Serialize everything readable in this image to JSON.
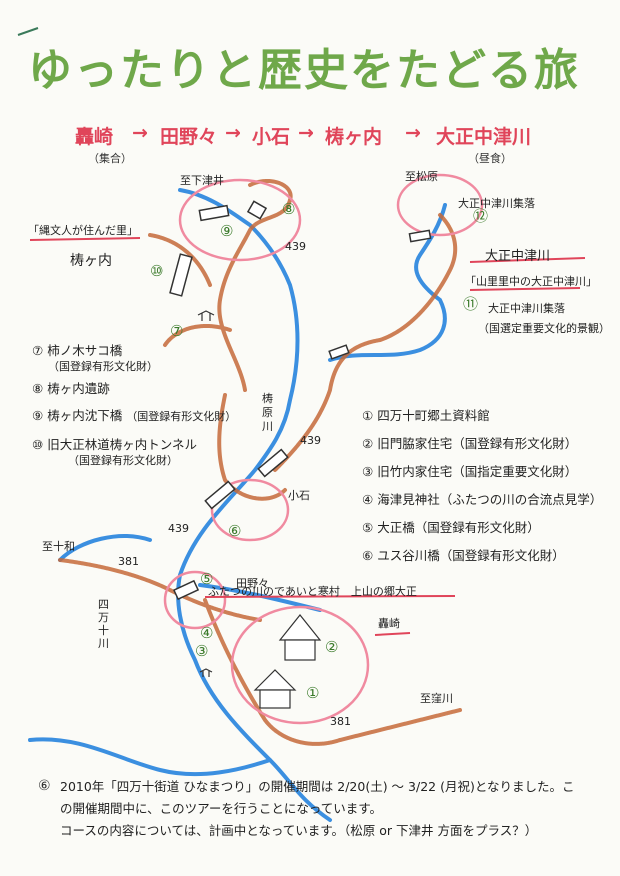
{
  "title": "ゆったりと歴史をたどる旅",
  "route": [
    "轟崎",
    "田野々",
    "小石",
    "梼ヶ内",
    "大正中津川"
  ],
  "route_notes": {
    "start": "（集合）",
    "lunch": "（昼食）"
  },
  "map_labels": {
    "to_shimotsui": "至下津井",
    "jomon": "「縄文人が住んだ里」",
    "yusugauchi": "梼ヶ内",
    "to_matsubara": "至松原",
    "taisho_nakatsugawa": "大正中津川",
    "yamazatochu": "「山里里中の大正中津川」",
    "shuraku11": "大正中津川集落",
    "shuraku11_note": "（国選定重要文化的景観）",
    "shuraku12": "大正中津川集落",
    "matsubara_river": "梼原川",
    "r439a": "439",
    "r439b": "439",
    "r439c": "439",
    "koishi": "小石",
    "to_tokawa": "至十和",
    "r381a": "381",
    "r381b": "381",
    "tanono": "田野々",
    "futatsu": "ふたつの川のであいと寒村　上山の郷大正",
    "todorokizaki": "轟崎",
    "shimanto_river": "四万十川",
    "to_kubokawa": "至窪川"
  },
  "legend_left": [
    {
      "num": "⑦",
      "name": "柿ノ木サコ橋",
      "note": "（国登録有形文化財）"
    },
    {
      "num": "⑧",
      "name": "梼ヶ内遺跡",
      "note": ""
    },
    {
      "num": "⑨",
      "name": "梼ヶ内沈下橋",
      "note": "（国登録有形文化財）"
    },
    {
      "num": "⑩",
      "name": "旧大正林道梼ヶ内トンネル",
      "note": "（国登録有形文化財）"
    }
  ],
  "legend_right": [
    {
      "num": "①",
      "name": "四万十町郷土資料館"
    },
    {
      "num": "②",
      "name": "旧門脇家住宅（国登録有形文化財）"
    },
    {
      "num": "③",
      "name": "旧竹内家住宅（国指定重要文化財）"
    },
    {
      "num": "④",
      "name": "海津見神社（ふたつの川の合流点見学）"
    },
    {
      "num": "⑤",
      "name": "大正橋（国登録有形文化財）"
    },
    {
      "num": "⑥",
      "name": "ユス谷川橋（国登録有形文化財）"
    }
  ],
  "circle_nums": {
    "n1": "①",
    "n2": "②",
    "n3": "③",
    "n4": "④",
    "n5": "⑤",
    "n6": "⑥",
    "n7": "⑦",
    "n8": "⑧",
    "n9": "⑨",
    "n10": "⑩",
    "n11": "⑪",
    "n12": "⑫"
  },
  "notes": [
    "2010年「四万十街道 ひなまつり」の開催期間は 2/20(土) ～ 3/22 (月祝)となりました。この開催期間中に、このツアーを行うことになっています。",
    "コースの内容については、計画中となっています。（松原 or 下津井 方面をプラス？）"
  ],
  "colors": {
    "title": "#6fa84a",
    "route": "#e0455a",
    "river": "#3b8fe0",
    "road": "#c56a3a",
    "highlight": "#f08aa0",
    "green": "#3a7a2a"
  }
}
